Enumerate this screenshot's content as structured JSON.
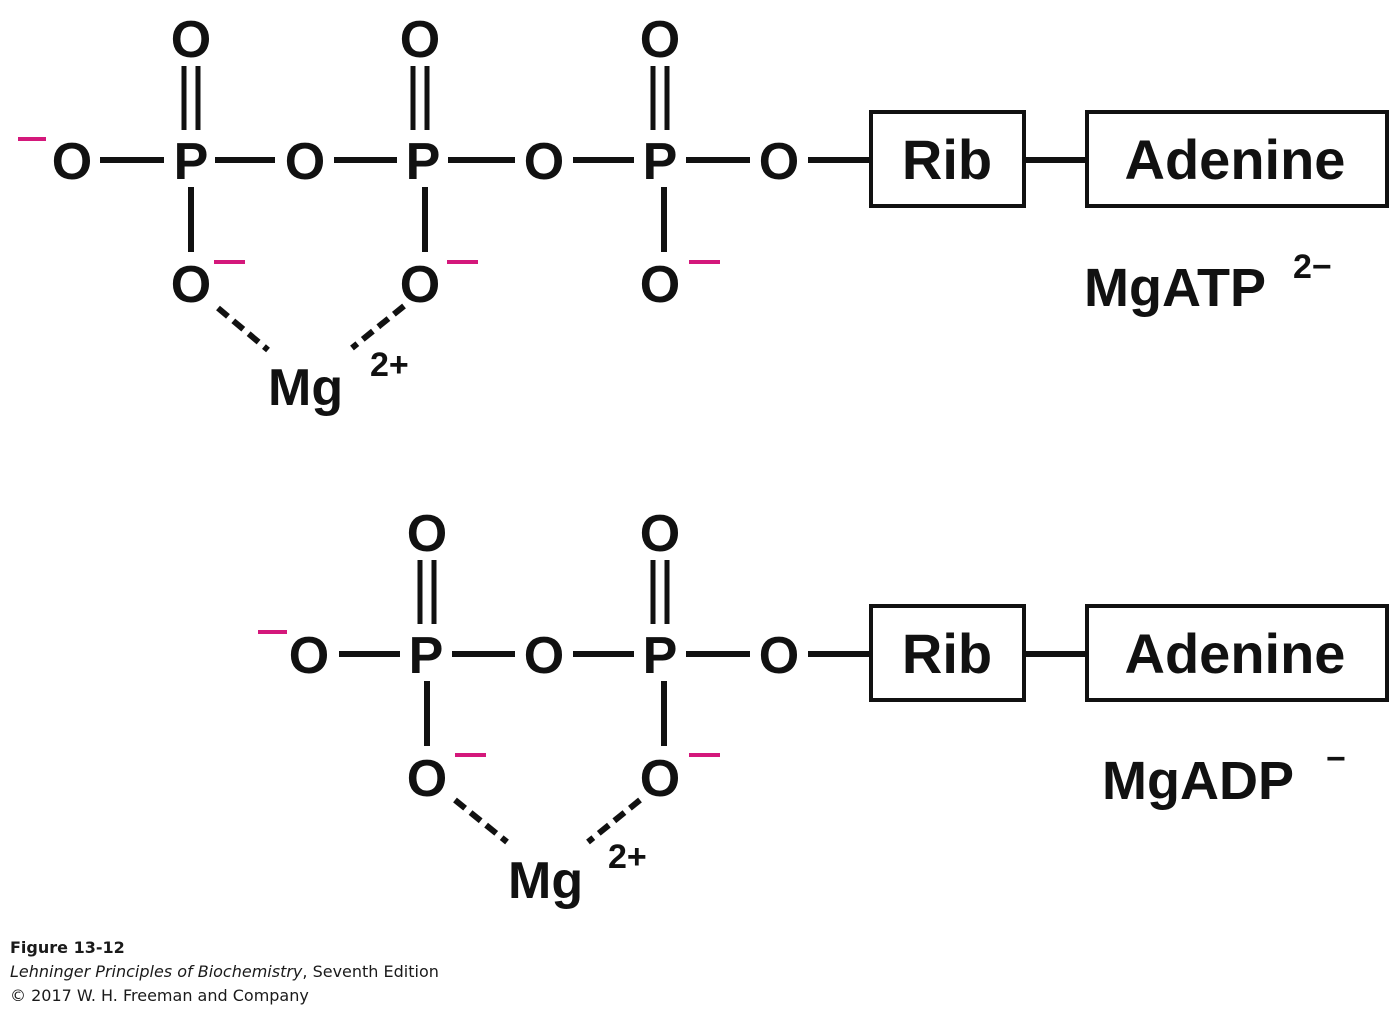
{
  "atoms": {
    "oxygen": "O",
    "phosphorus": "P"
  },
  "colors": {
    "charge": "#d4187b",
    "ink": "#111111"
  },
  "mgatp": {
    "rib_label": "Rib",
    "adenine_label": "Adenine",
    "name": "MgATP",
    "charge": "2−",
    "mg_label": "Mg",
    "mg_charge": "2+"
  },
  "mgadp": {
    "rib_label": "Rib",
    "adenine_label": "Adenine",
    "name": "MgADP",
    "charge": "−",
    "mg_label": "Mg",
    "mg_charge": "2+"
  },
  "caption": {
    "figure_number": "Figure 13-12",
    "book_title": "Lehninger Principles of Biochemistry",
    "edition": ", Seventh Edition",
    "copyright": "© 2017 W. H. Freeman and Company"
  }
}
